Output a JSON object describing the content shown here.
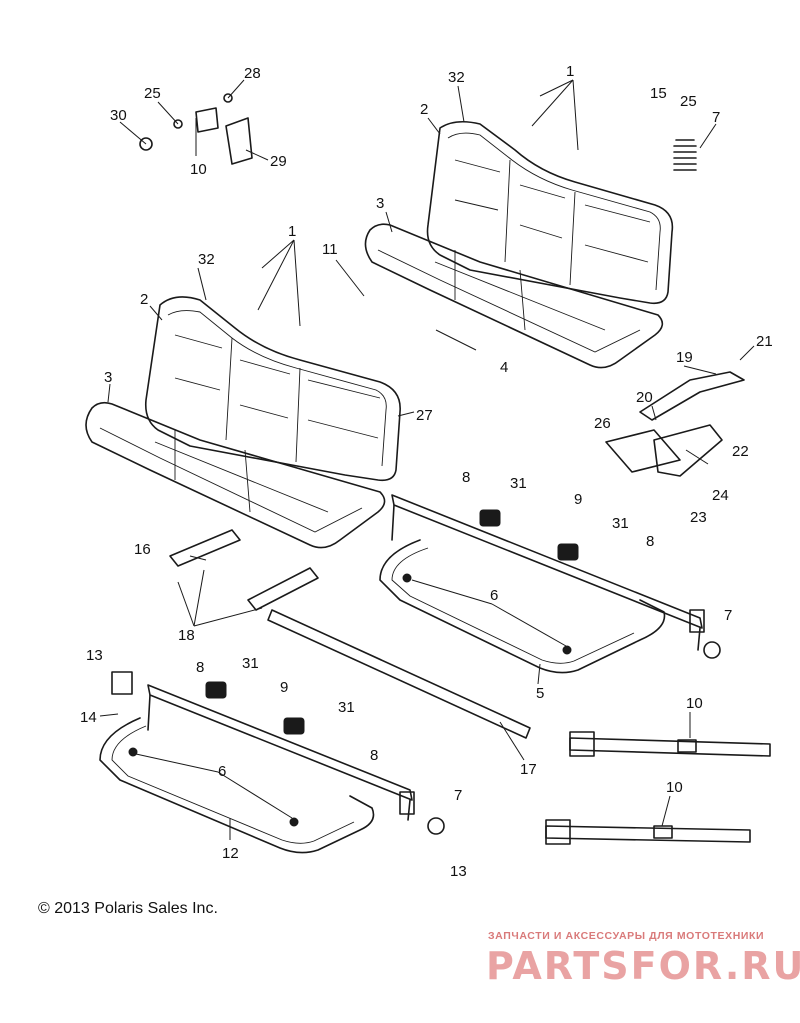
{
  "copyright": "© 2013 Polaris Sales Inc.",
  "watermark": {
    "tagline": "ЗАПЧАСТИ И АКСЕССУАРЫ ДЛЯ МОТОТЕХНИКИ",
    "logo": "PARTSFOR.RU"
  },
  "callouts": [
    "1",
    "25",
    "28",
    "30",
    "10",
    "29",
    "32",
    "2",
    "3",
    "11",
    "4",
    "15",
    "7",
    "21",
    "19",
    "20",
    "26",
    "22",
    "24",
    "23",
    "27",
    "8",
    "31",
    "9",
    "16",
    "18",
    "6",
    "5",
    "17",
    "13",
    "14",
    "12"
  ],
  "colors": {
    "line": "#1a1a1a",
    "watermark": "#e9a3a3",
    "background": "#ffffff"
  }
}
